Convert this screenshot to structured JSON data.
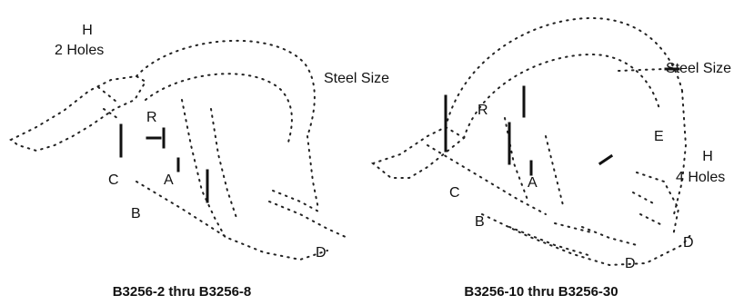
{
  "left": {
    "caption": "B3256-2 thru B3256-8",
    "labels": {
      "H": "H",
      "holes": "2 Holes",
      "steel_size": "Steel Size",
      "R": "R",
      "A": "A",
      "C": "C",
      "B": "B",
      "D": "D"
    }
  },
  "right": {
    "caption": "B3256-10 thru B3256-30",
    "labels": {
      "steel_size": "Steel Size",
      "R": "R",
      "E": "E",
      "H": "H",
      "holes": "4 Holes",
      "C": "C",
      "A": "A",
      "B": "B",
      "D_right": "D",
      "D_bottom": "D"
    }
  }
}
